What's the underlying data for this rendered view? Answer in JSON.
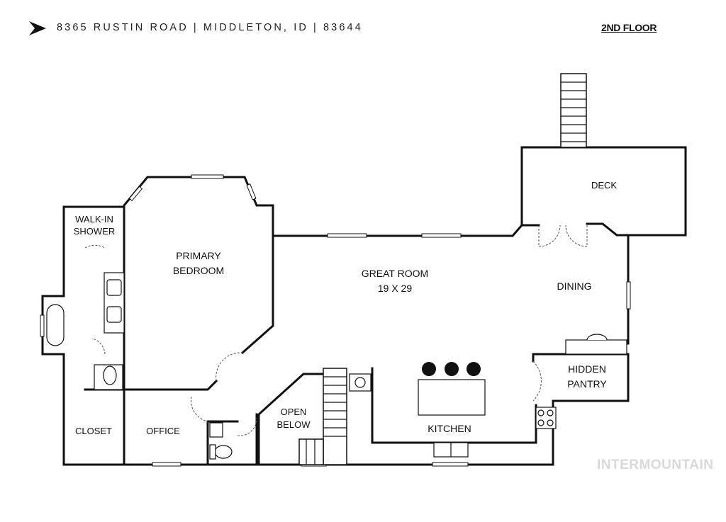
{
  "header": {
    "address": "8365 RUSTIN ROAD | MIDDLETON, ID | 83644",
    "floor": "2ND FLOOR"
  },
  "rooms": {
    "walk_in_shower": [
      "WALK-IN",
      "SHOWER"
    ],
    "primary_bedroom": [
      "PRIMARY",
      "BEDROOM"
    ],
    "great_room": [
      "GREAT ROOM",
      "19 X 29"
    ],
    "deck": "DECK",
    "dining": "DINING",
    "hidden_pantry": [
      "HIDDEN",
      "PANTRY"
    ],
    "open_below": [
      "OPEN",
      "BELOW"
    ],
    "kitchen": "KITCHEN",
    "closet": "CLOSET",
    "office": "OFFICE"
  },
  "watermark": "INTERMOUNTAIN",
  "colors": {
    "wall": "#111111",
    "watermark": "#d9d9d9",
    "background": "#ffffff"
  }
}
